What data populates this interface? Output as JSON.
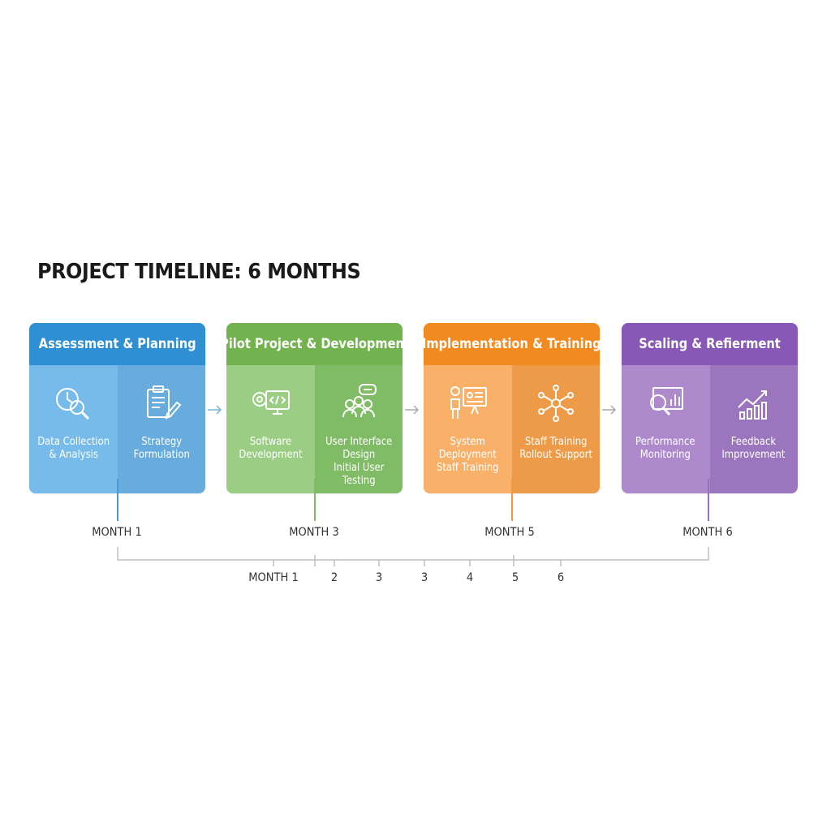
{
  "title": "PROJECT TIMELINE: 6 MONTHS",
  "phases": [
    {
      "header": "Assessment & Planning",
      "color": "#2e8fd2",
      "items": [
        {
          "icon": "clock-magnifier-icon",
          "label": "Data Collection\n& Analysis"
        },
        {
          "icon": "clipboard-pencil-icon",
          "label": "Strategy\nFormulation"
        }
      ]
    },
    {
      "header": "Pilot Project & Development",
      "color": "#72b24f",
      "items": [
        {
          "icon": "gear-code-monitor-icon",
          "label": "Software\nDevelopment"
        },
        {
          "icon": "users-chat-icon",
          "label": "User Interface\nDesign\nInitial User Testing"
        }
      ]
    },
    {
      "header": "Implementation & Training",
      "color": "#f28a22",
      "items": [
        {
          "icon": "presenter-board-icon",
          "label": "System Deployment\nStaff Training"
        },
        {
          "icon": "network-nodes-icon",
          "label": "Staff Training\nRollout Support"
        }
      ]
    },
    {
      "header": "Scaling & Refierment",
      "color": "#8758b5",
      "items": [
        {
          "icon": "chart-magnifier-icon",
          "label": "Performance\nMonitoring"
        },
        {
          "icon": "growth-chart-icon",
          "label": "Feedback\nImprovement"
        }
      ]
    }
  ],
  "milestones": [
    "MONTH 1",
    "MONTH 3",
    "MONTH 5",
    "MONTH 6"
  ],
  "axis_ticks": [
    "MONTH 1",
    "2",
    "3",
    "3",
    "4",
    "5",
    "6"
  ]
}
